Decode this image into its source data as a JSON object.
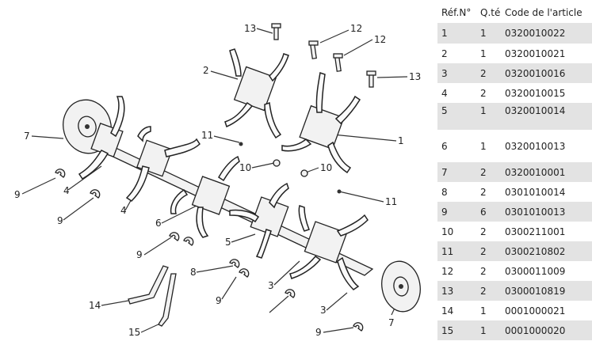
{
  "table": {
    "headers": [
      "Réf.N°",
      "Q.té",
      "Code de l'article"
    ],
    "rows": [
      {
        "ref": "1",
        "qty": "1",
        "code": "0320010022"
      },
      {
        "ref": "2",
        "qty": "1",
        "code": "0320010021"
      },
      {
        "ref": "3",
        "qty": "2",
        "code": "0320010016"
      },
      {
        "ref": "4",
        "qty": "2",
        "code": "0320010015"
      },
      {
        "ref": "5",
        "qty": "1",
        "code": "0320010014"
      },
      {
        "ref": "6",
        "qty": "1",
        "code": "0320010013"
      },
      {
        "ref": "7",
        "qty": "2",
        "code": "0320010001"
      },
      {
        "ref": "8",
        "qty": "2",
        "code": "0301010014"
      },
      {
        "ref": "9",
        "qty": "6",
        "code": "0301010013"
      },
      {
        "ref": "10",
        "qty": "2",
        "code": "0300211001"
      },
      {
        "ref": "11",
        "qty": "2",
        "code": "0300210802"
      },
      {
        "ref": "12",
        "qty": "2",
        "code": "0300011009"
      },
      {
        "ref": "13",
        "qty": "2",
        "code": "0300010819"
      },
      {
        "ref": "14",
        "qty": "1",
        "code": "0001000021"
      },
      {
        "ref": "15",
        "qty": "1",
        "code": "0001000020"
      }
    ]
  },
  "diagram": {
    "callouts": [
      "13",
      "12",
      "12",
      "13",
      "2",
      "1",
      "11",
      "10",
      "10",
      "11",
      "7",
      "9",
      "4",
      "4",
      "9",
      "6",
      "5",
      "9",
      "8",
      "9",
      "3",
      "3",
      "14",
      "15",
      "9",
      "7"
    ]
  }
}
